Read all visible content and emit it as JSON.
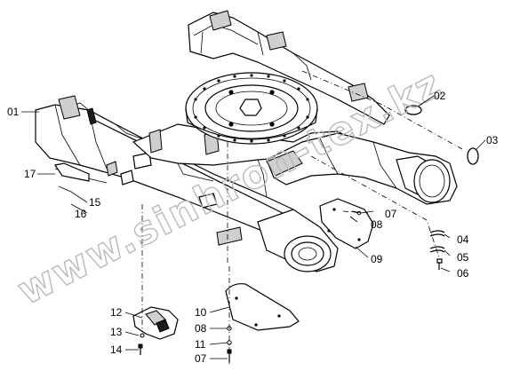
{
  "diagram": {
    "watermark": "www.sinhron-tex.kz",
    "corner_mark": "",
    "labels": {
      "l01": "01",
      "l02": "02",
      "l03": "03",
      "l04": "04",
      "l05": "05",
      "l06": "06",
      "l07a": "07",
      "l08a": "08",
      "l09": "09",
      "l10": "10",
      "l08b": "08",
      "l11": "11",
      "l07b": "07",
      "l12": "12",
      "l13": "13",
      "l14": "14",
      "l15": "15",
      "l16": "16",
      "l17": "17"
    }
  }
}
